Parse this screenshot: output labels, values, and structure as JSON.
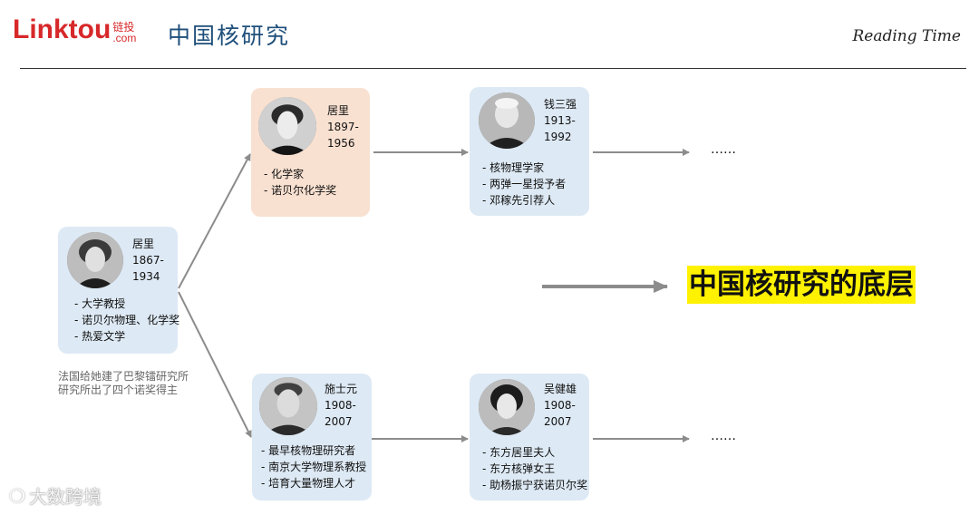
{
  "header": {
    "logo_main": "Linktou",
    "logo_cn": "链投",
    "logo_com": ".com",
    "title": "中国核研究",
    "reading_time": "Reading Time"
  },
  "cards": {
    "curie": {
      "name": "居里",
      "years_start": "1867-",
      "years_end": "1934",
      "bullets": [
        "- 大学教授",
        "- 诺贝尔物理、化学奖",
        "- 热爱文学"
      ]
    },
    "irene": {
      "name": "居里",
      "years_start": "1897-",
      "years_end": "1956",
      "bullets": [
        "- 化学家",
        "- 诺贝尔化学奖"
      ]
    },
    "qian": {
      "name": "钱三强",
      "years_start": "1913-",
      "years_end": "1992",
      "bullets": [
        "- 核物理学家",
        "- 两弹一星授予者",
        "- 邓稼先引荐人"
      ]
    },
    "shi": {
      "name": "施士元",
      "years_start": "1908-",
      "years_end": "2007",
      "bullets": [
        "- 最早核物理研究者",
        "- 南京大学物理系教授",
        "- 培育大量物理人才"
      ]
    },
    "wu": {
      "name": "吴健雄",
      "years_start": "1908-",
      "years_end": "2007",
      "bullets": [
        "- 东方居里夫人",
        "- 东方核弹女王",
        "- 助杨振宁获诺贝尔奖"
      ]
    }
  },
  "note": {
    "line1": "法国给她建了巴黎镭研究所",
    "line2": "研究所出了四个诺奖得主"
  },
  "ellipsis_top": "……",
  "ellipsis_bottom": "……",
  "highlight_text": "中国核研究的底层",
  "watermark": "大数跨境",
  "colors": {
    "brand_red": "#d7282a",
    "card_blue": "#dde9f4",
    "card_orange": "#f9e1d1",
    "highlight_yellow": "#fff200",
    "arrow_gray": "#8c8c8c"
  }
}
